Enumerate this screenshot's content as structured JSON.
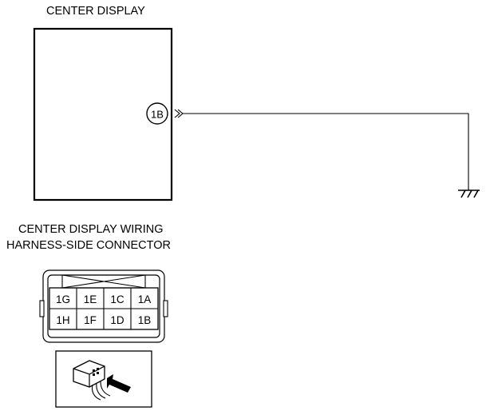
{
  "component": {
    "title": "CENTER DISPLAY",
    "pin_label": "1B"
  },
  "connector": {
    "title_line1": "CENTER DISPLAY WIRING",
    "title_line2": "HARNESS-SIDE CONNECTOR",
    "top_row": [
      "1G",
      "1E",
      "1C",
      "1A"
    ],
    "bottom_row": [
      "1H",
      "1F",
      "1D",
      "1B"
    ]
  },
  "symbols": {
    "ground": "ground-icon",
    "connector_illustration": "connector-plug-icon"
  }
}
